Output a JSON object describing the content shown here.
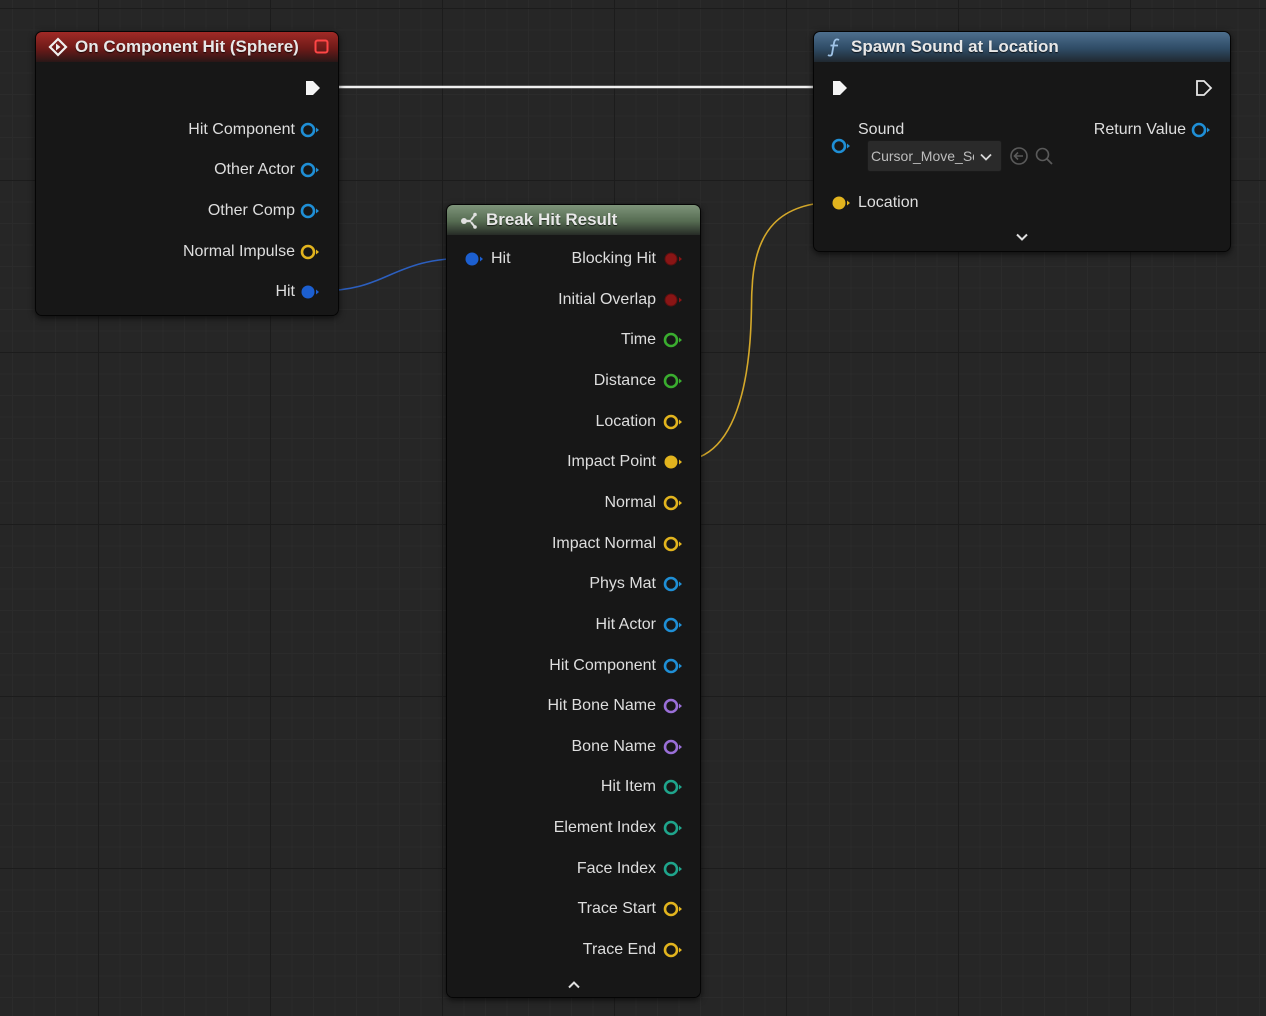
{
  "nodes": {
    "event": {
      "title": "On Component Hit (Sphere)",
      "pins": [
        "Hit Component",
        "Other Actor",
        "Other Comp",
        "Normal Impulse",
        "Hit"
      ]
    },
    "spawn": {
      "title": "Spawn Sound at Location",
      "sound_label": "Sound",
      "sound_value": "Cursor_Move_Sc",
      "return_label": "Return Value",
      "location_label": "Location"
    },
    "break": {
      "title": "Break Hit Result",
      "input_label": "Hit",
      "pins": [
        "Blocking Hit",
        "Initial Overlap",
        "Time",
        "Distance",
        "Location",
        "Impact Point",
        "Normal",
        "Impact Normal",
        "Phys Mat",
        "Hit Actor",
        "Hit Component",
        "Hit Bone Name",
        "Bone Name",
        "Hit Item",
        "Element Index",
        "Face Index",
        "Trace Start",
        "Trace End"
      ]
    }
  },
  "colors": {
    "object": "#1f8fd6",
    "struct": "#1c5fd0",
    "vector": "#e2b41e",
    "bool": "#8a1515",
    "float": "#3aad2f",
    "name": "#9a6fd8",
    "int": "#1fa58c",
    "wire_exec": "#f2f2f2",
    "wire_vector": "#d4a82a",
    "wire_struct": "#2c5fbf"
  },
  "icons": {
    "event_header": "event-diamond-icon",
    "event_close": "red-square-icon",
    "spawn_header": "function-f-icon",
    "break_header": "break-struct-icon",
    "spawn_expand": "chevron-down-icon",
    "break_collapse": "chevron-up-icon",
    "use_asset": "arrow-left-circle-icon",
    "browse_asset": "search-icon"
  }
}
